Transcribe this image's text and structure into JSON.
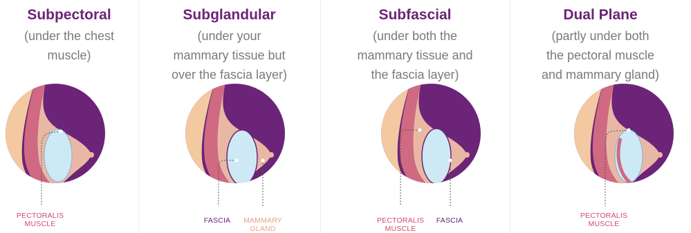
{
  "colors": {
    "title": "#6b2477",
    "subtitle": "#7a7a7a",
    "skin": "#f3c9a1",
    "breast": "#e9b8a4",
    "muscle": "#cf6a82",
    "dark_bg": "#6b2477",
    "implant": "#cde9f5",
    "implant_stroke": "#7fb3cf",
    "label_pink": "#d14a6e",
    "label_purple": "#6b2477",
    "label_peach": "#e8a28a"
  },
  "panels": [
    {
      "title": "Subpectoral",
      "subtitle": "(under the chest\nmuscle)",
      "labels": [
        {
          "text": "PECTORALIS\nMUSCLE",
          "tone": "pink"
        }
      ]
    },
    {
      "title": "Subglandular",
      "subtitle": "(under your\nmammary tissue but\nover the fascia layer)",
      "labels": [
        {
          "text": "FASCIA",
          "tone": "purple"
        },
        {
          "text": "MAMMARY\nGLAND",
          "tone": "peach"
        }
      ]
    },
    {
      "title": "Subfascial",
      "subtitle": "(under both the\nmammary tissue and\nthe fascia layer)",
      "labels": [
        {
          "text": "PECTORALIS\nMUSCLE",
          "tone": "pink"
        },
        {
          "text": "FASCIA",
          "tone": "purple"
        }
      ]
    },
    {
      "title": "Dual Plane",
      "subtitle": "(partly under both\nthe pectoral muscle\nand mammary gland)",
      "labels": [
        {
          "text": "PECTORALIS\nMUSCLE",
          "tone": "pink"
        }
      ]
    }
  ]
}
